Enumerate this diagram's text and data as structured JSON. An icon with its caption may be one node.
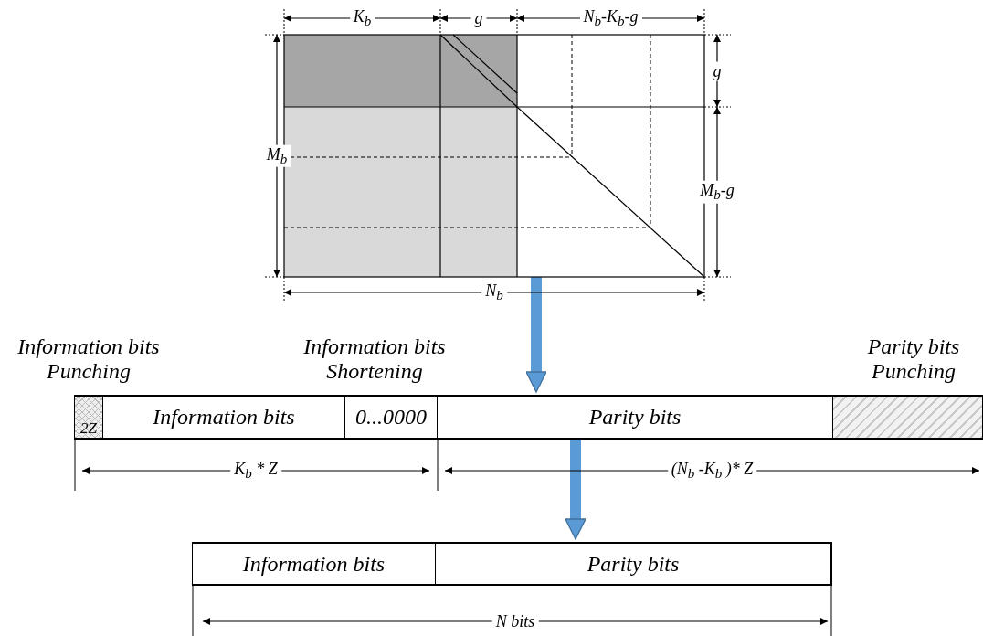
{
  "diagram": {
    "nodes": [
      {
        "text": [],
        "shape": "box"
      },
      {
        "text": [],
        "shape": "bar"
      },
      {
        "text": [
          "2Z"
        ],
        "in": 1,
        "beside": [
          "Information bits Punching"
        ]
      },
      {
        "text": [
          "Information bits"
        ],
        "in": 1
      },
      {
        "text": [
          "0...0000"
        ],
        "in": 1,
        "beside": [
          "Information bits Shortening"
        ]
      },
      {
        "text": [
          "Parity bits"
        ],
        "in": 1
      },
      {
        "text": [],
        "shape": "box",
        "in": 1,
        "beside": [
          "Parity bits Punching"
        ]
      },
      {
        "text": [],
        "shape": "bar"
      },
      {
        "text": [
          "Information bits"
        ],
        "in": 7
      },
      {
        "text": [
          "Parity bits"
        ],
        "in": 7
      }
    ],
    "edges": [
      {
        "from": 0,
        "to": 1,
        "arrow": "to"
      },
      {
        "from": 1,
        "to": 7,
        "arrow": "to"
      }
    ],
    "labels": [
      "K$_{b}$",
      "g",
      "N$_{b}$-K$_{b}$-g",
      "g",
      "M$_{b}$",
      "M$_{b}$-g",
      "N$_{b}$",
      "K$_{b}$ * Z",
      "(N$_{b}$ -K$_{b}$ )* Z",
      "N bits"
    ]
  }
}
